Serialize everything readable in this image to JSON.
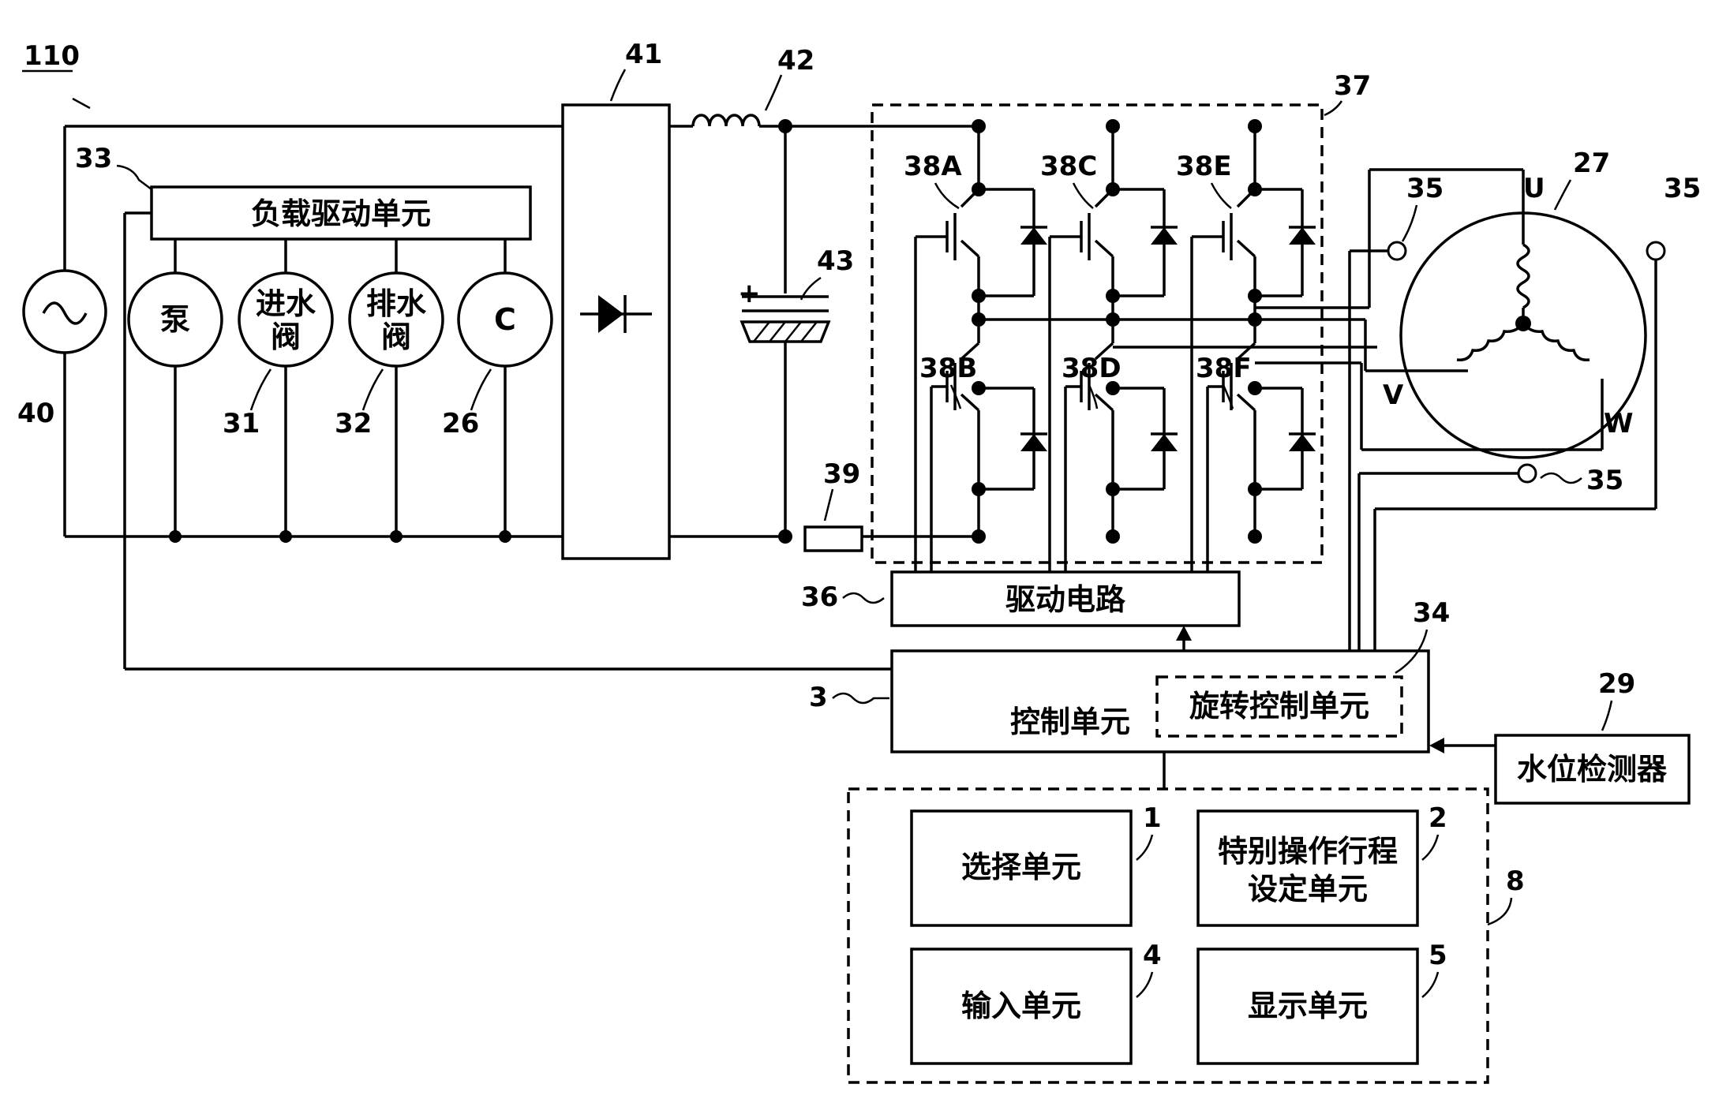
{
  "figure_ref": "110",
  "refs": {
    "load_driver": "33",
    "ac_source": "40",
    "inlet_valve": "31",
    "drain_valve": "32",
    "motor_c": "26",
    "rectifier": "41",
    "inductor": "42",
    "capacitor": "43",
    "inverter": "37",
    "sw_38a": "38A",
    "sw_38b": "38B",
    "sw_38c": "38C",
    "sw_38d": "38D",
    "sw_38e": "38E",
    "sw_38f": "38F",
    "motor": "27",
    "terminal_top_left": "35",
    "terminal_top_right": "35",
    "terminal_bottom": "35",
    "shunt": "39",
    "drive_circuit": "36",
    "rotation_control": "34",
    "control_unit": "3",
    "water_level_detector": "29",
    "panel": "8",
    "select_unit": "1",
    "special_unit": "2",
    "input_unit": "4",
    "display_unit": "5"
  },
  "labels": {
    "load_driver": "负载驱动单元",
    "pump": "泵",
    "inlet_valve_1": "进水",
    "inlet_valve_2": "阀",
    "drain_valve_1": "排水",
    "drain_valve_2": "阀",
    "motor_c": "C",
    "drive_circuit": "驱动电路",
    "control_unit": "控制单元",
    "rotation_control": "旋转控制单元",
    "water_level_detector": "水位检测器",
    "select_unit": "选择单元",
    "special_unit_1": "特别操作行程",
    "special_unit_2": "设定单元",
    "input_unit": "输入单元",
    "display_unit": "显示单元",
    "phase_u": "U",
    "phase_v": "V",
    "phase_w": "W",
    "cap_plus": "+"
  }
}
